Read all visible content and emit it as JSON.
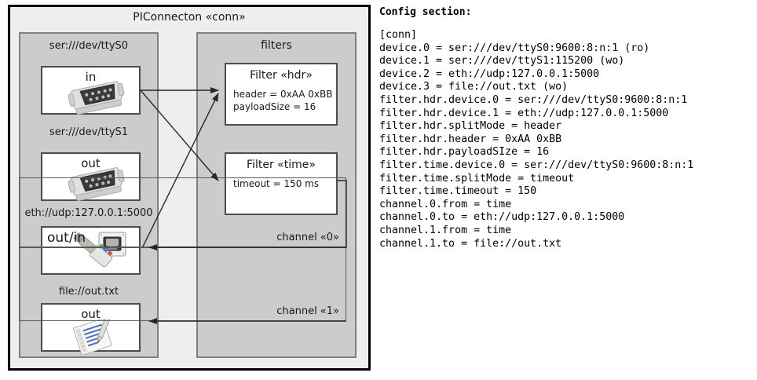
{
  "diagram": {
    "title": "PIConnecton «conn»",
    "devices_group": {
      "title": "",
      "nodes": [
        {
          "caption": "ser:///dev/ttyS0",
          "label": "in",
          "icon": "serial-port-icon"
        },
        {
          "caption": "ser:///dev/ttyS1",
          "label": "out",
          "icon": "serial-port-icon"
        },
        {
          "caption": "eth://udp:127.0.0.1:5000",
          "label": "out/in",
          "icon": "ethernet-plug-icon"
        },
        {
          "caption": "file://out.txt",
          "label": "out",
          "icon": "text-file-icon"
        }
      ]
    },
    "filters_group": {
      "title": "filters",
      "filters": [
        {
          "title": "Filter «hdr»",
          "attrs": "header = 0xAA 0xBB\npayloadSize = 16"
        },
        {
          "title": "Filter «time»",
          "attrs": "timeout = 150 ms"
        }
      ],
      "channels": [
        {
          "label": "channel «0»"
        },
        {
          "label": "channel «1»"
        }
      ]
    },
    "colors": {
      "outer_bg": "#eeeeee",
      "group_bg": "#cccccc",
      "node_bg": "#ffffff",
      "outer_border": "#000000",
      "group_border": "#808080",
      "edge": "#262626"
    }
  },
  "config": {
    "heading": "Config section:",
    "text": "[conn]\ndevice.0 = ser:///dev/ttyS0:9600:8:n:1 (ro)\ndevice.1 = ser:///dev/ttyS1:115200 (wo)\ndevice.2 = eth://udp:127.0.0.1:5000\ndevice.3 = file://out.txt (wo)\nfilter.hdr.device.0 = ser:///dev/ttyS0:9600:8:n:1\nfilter.hdr.device.1 = eth://udp:127.0.0.1:5000\nfilter.hdr.splitMode = header\nfilter.hdr.header = 0xAA 0xBB\nfilter.hdr.payloadSIze = 16\nfilter.time.device.0 = ser:///dev/ttyS0:9600:8:n:1\nfilter.time.splitMode = timeout\nfilter.time.timeout = 150\nchannel.0.from = time\nchannel.0.to = eth://udp:127.0.0.1:5000\nchannel.1.from = time\nchannel.1.to = file://out.txt"
  }
}
